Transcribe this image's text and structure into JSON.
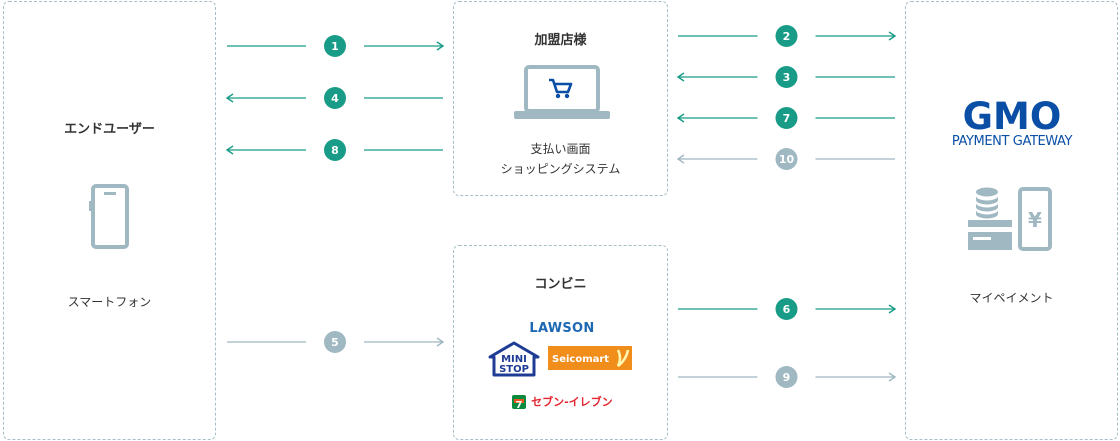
{
  "actors": {
    "end_user": {
      "title": "エンドユーザー",
      "device_label": "スマートフォン"
    },
    "merchant": {
      "title": "加盟店様",
      "screen_label_line1": "支払い画面",
      "screen_label_line2": "ショッピングシステム"
    },
    "convenience": {
      "title": "コンビニ"
    },
    "gmo": {
      "logo_main": "GMO",
      "logo_sub": "PAYMENT GATEWAY",
      "service_label": "マイペイメント"
    }
  },
  "store_logos": {
    "lawson": "LAWSON",
    "ministop_top": "MINI",
    "ministop_bottom": "STOP",
    "seicomart": "Seicomart",
    "seveneleven": "セブン-イレブン"
  },
  "steps": [
    {
      "n": "1",
      "from": "end_user",
      "to": "merchant",
      "style": "primary"
    },
    {
      "n": "2",
      "from": "merchant",
      "to": "gmo",
      "style": "primary"
    },
    {
      "n": "3",
      "from": "gmo",
      "to": "merchant",
      "style": "primary"
    },
    {
      "n": "4",
      "from": "merchant",
      "to": "end_user",
      "style": "primary"
    },
    {
      "n": "5",
      "from": "end_user",
      "to": "convenience",
      "style": "secondary"
    },
    {
      "n": "6",
      "from": "convenience",
      "to": "gmo",
      "style": "primary"
    },
    {
      "n": "7",
      "from": "gmo",
      "to": "merchant",
      "style": "primary"
    },
    {
      "n": "8",
      "from": "merchant",
      "to": "end_user",
      "style": "primary"
    },
    {
      "n": "9",
      "from": "convenience",
      "to": "gmo",
      "style": "secondary"
    },
    {
      "n": "10",
      "from": "gmo",
      "to": "merchant",
      "style": "secondary"
    }
  ],
  "colors": {
    "primary": "#199c87",
    "secondary": "#9fb8c2",
    "box_border": "#a7bec6",
    "icon": "#9fb8c2",
    "gmo_blue": "#0a4fa5"
  }
}
